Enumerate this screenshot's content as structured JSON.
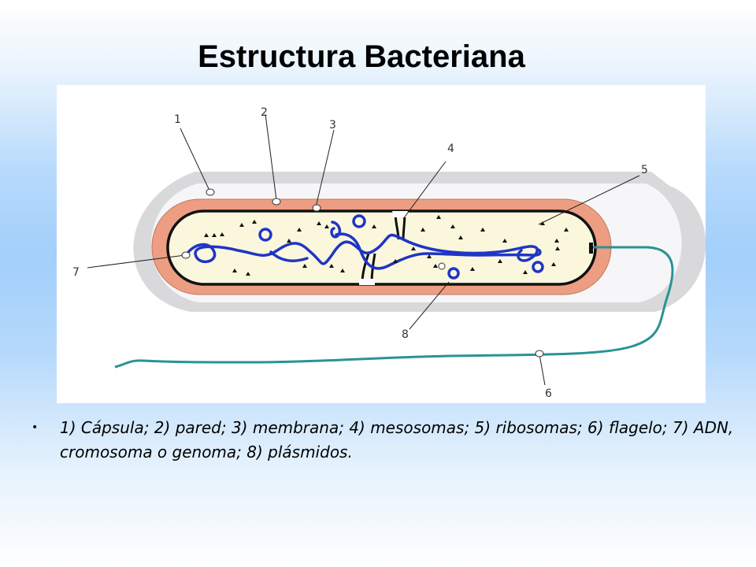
{
  "slide": {
    "title": "Estructura Bacteriana",
    "caption": "1) Cápsula; 2) pared; 3) membrana; 4) mesosomas; 5) ribosomas; 6) flagelo; 7) ADN, cromosoma o genoma; 8) plásmidos."
  },
  "diagram": {
    "labels": [
      "1",
      "2",
      "3",
      "4",
      "5",
      "6",
      "7",
      "8"
    ]
  }
}
